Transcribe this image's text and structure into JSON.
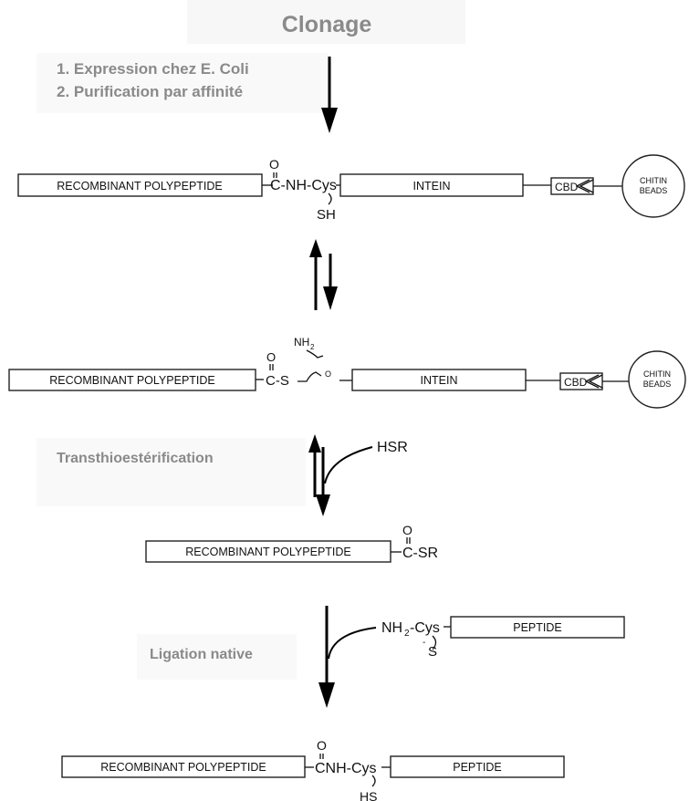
{
  "title": "Clonage",
  "steps": {
    "step1": "1. Expression chez E. Coli",
    "step2": "2. Purification par affinité",
    "transthio": "Transthioestérification",
    "ligation": "Ligation native"
  },
  "labels": {
    "recombinant": "RECOMBINANT POLYPEPTIDE",
    "intein": "INTEIN",
    "cbd": "CBD",
    "chitin_line1": "CHITIN",
    "chitin_line2": "BEADS",
    "peptide": "PEPTIDE",
    "carbonyl_o": "O",
    "c_nh_cys": "C-NH-Cys",
    "cnh_cys": "CNH-Cys",
    "sh": "SH",
    "hs": "HS",
    "nh2": "NH",
    "nh2_sub": "2",
    "c_s": "C-S",
    "c_sr": "C-SR",
    "hsr": "HSR",
    "nh2_cys": "NH",
    "nh2_cys_rest": "-Cys",
    "s_minus": "S",
    "minus": "-",
    "o_small": "O"
  }
}
